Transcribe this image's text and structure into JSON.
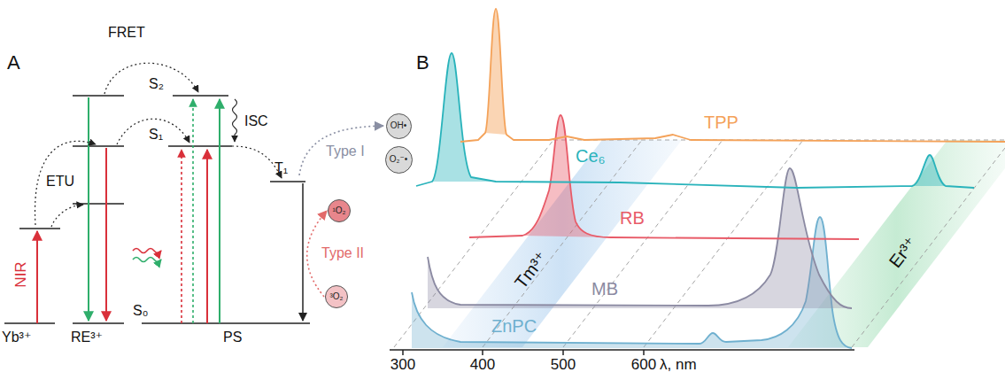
{
  "diagram": {
    "nodes": [
      {
        "text": [
          "OH•"
        ]
      },
      {
        "text": [
          "O₂⁻•"
        ]
      },
      {
        "text": [
          "¹O₂"
        ]
      },
      {
        "text": [
          "³O₂"
        ]
      }
    ],
    "edges": [
      {
        "from": 3,
        "to": 2,
        "arrow": "to",
        "label": "Type II"
      }
    ],
    "labels": [
      "A",
      "B",
      "FRET",
      "ETU",
      "NIR",
      "Yb³⁺",
      "RE³⁺",
      "S₂",
      "S₁",
      "S₀",
      "PS",
      "ISC",
      "T₁",
      "Type I",
      "TPP",
      "Ce₆",
      "Tm³⁺",
      "RB",
      "MB",
      "Er³⁺",
      "ZnPC",
      "300",
      "400",
      "500",
      "600",
      "λ, nm"
    ]
  }
}
